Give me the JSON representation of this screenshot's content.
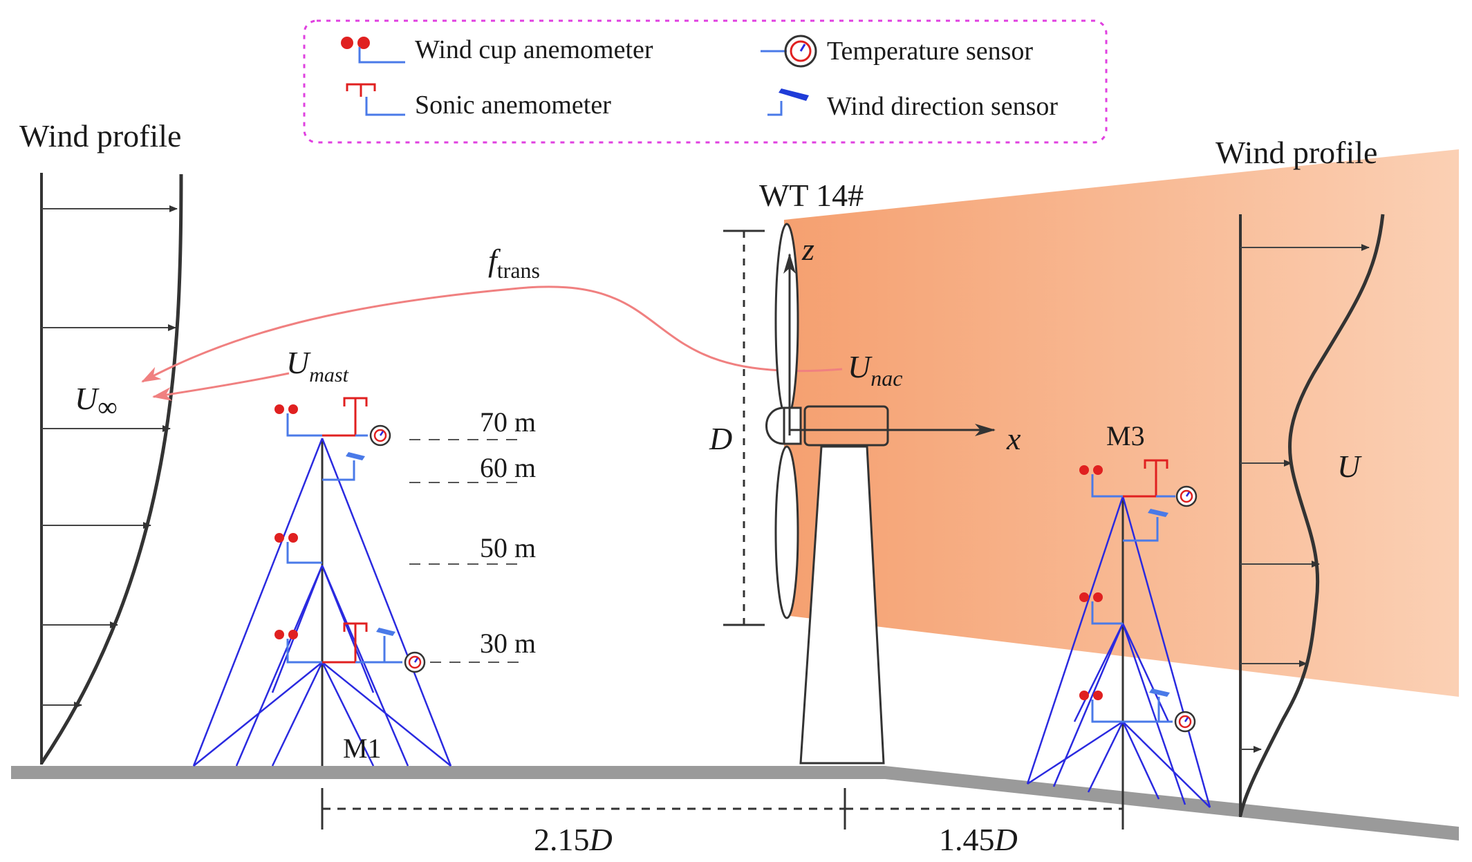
{
  "legend": {
    "cup": "Wind cup anemometer",
    "sonic": "Sonic anemometer",
    "temperature": "Temperature sensor",
    "direction": "Wind direction sensor"
  },
  "inflow": {
    "title": "Wind profile",
    "u_symbol": "U",
    "u_subscript": "∞"
  },
  "wake": {
    "title": "Wind profile",
    "u_symbol": "U"
  },
  "turbine": {
    "name": "WT 14#",
    "diameter_symbol": "D",
    "z_axis": "z",
    "x_axis": "x",
    "u_nac_symbol": "U",
    "u_nac_subscript": "nac",
    "f_trans_symbol": "f",
    "f_trans_subscript": "trans"
  },
  "mast_m1": {
    "name": "M1",
    "u_mast_symbol": "U",
    "u_mast_subscript": "mast",
    "heights": [
      "70 m",
      "60 m",
      "50 m",
      "30 m"
    ]
  },
  "mast_m3": {
    "name": "M3"
  },
  "distances": {
    "m1_to_turbine_number": "2.15",
    "m1_to_turbine_unit": "D",
    "turbine_to_m3_number": "1.45",
    "turbine_to_m3_unit": "D"
  },
  "colors": {
    "mast_lattice": "#2a2ae0",
    "sensor_red": "#e02020",
    "sensor_blue": "#4a7ae8",
    "legend_border": "#e040e0",
    "wake_orange": "#f5a06a",
    "transfer_arrow": "#f08080",
    "ground": "#9a9a9a"
  }
}
